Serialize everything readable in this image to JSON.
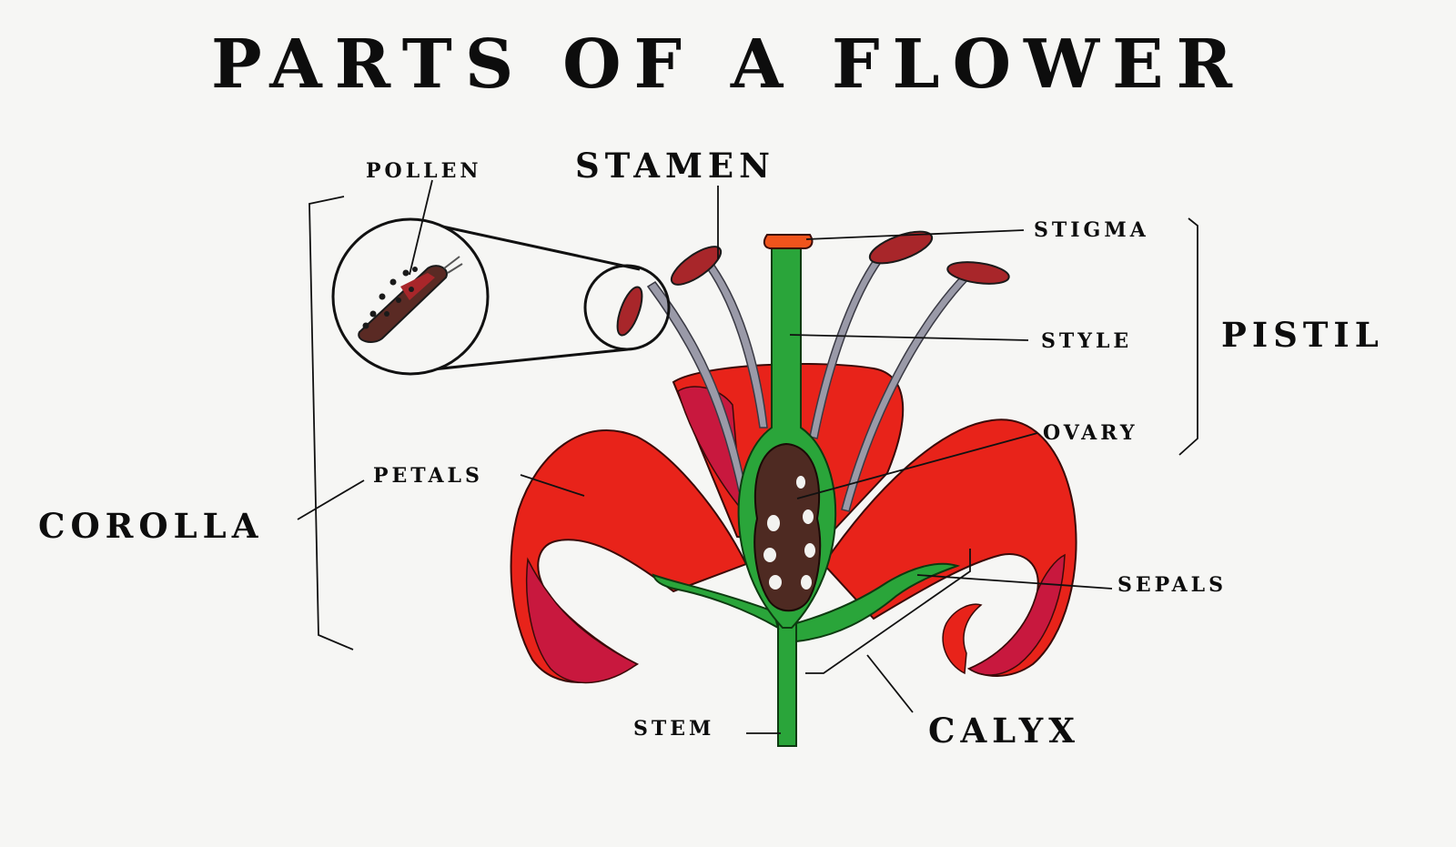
{
  "title": "PARTS OF A FLOWER",
  "labels": {
    "pollen": "POLLEN",
    "stamen": "STAMEN",
    "stigma": "STIGMA",
    "style": "STYLE",
    "pistil": "PISTIL",
    "ovary": "OVARY",
    "petals": "PETALS",
    "corolla": "COROLLA",
    "sepals": "SEPALS",
    "stem": "STEM",
    "calyx": "CALYX"
  },
  "colors": {
    "background": "#f6f6f4",
    "petal": "#e8231a",
    "petal_inner": "#c8183e",
    "petal_outline": "#3a0a08",
    "stem": "#2aa53a",
    "ovary": "#4e2a22",
    "stigma": "#f0541c",
    "anther": "#a8262a",
    "filament": "#9a9aa8",
    "ink": "#111111"
  }
}
